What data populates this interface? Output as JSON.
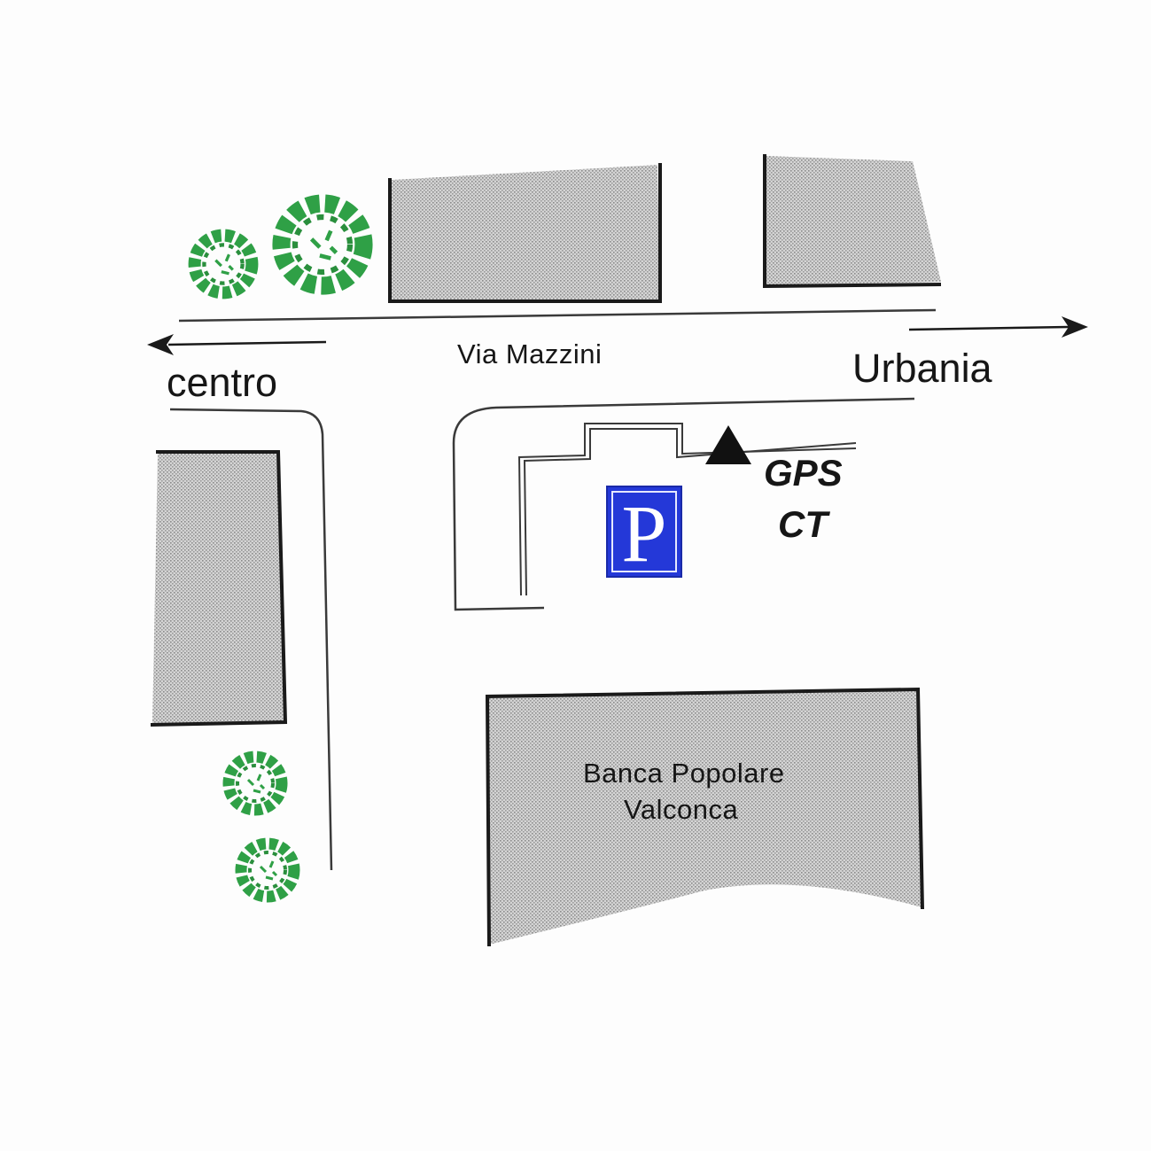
{
  "street_name": "Via Mazzini",
  "direction_left": "centro",
  "direction_right": "Urbania",
  "marker": {
    "line1": "GPS",
    "line2": "CT",
    "icon": "triangle-marker-icon"
  },
  "parking_sign": {
    "letter": "P",
    "icon": "parking-sign-icon"
  },
  "bank": {
    "line1": "Banca Popolare",
    "line2": "Valconca"
  },
  "colors": {
    "building_fill": "#cfcfcf",
    "building_dots": "#8c8c8c",
    "tree_green": "#2fa046",
    "parking_blue": "#2438d8",
    "ink": "#161616"
  }
}
